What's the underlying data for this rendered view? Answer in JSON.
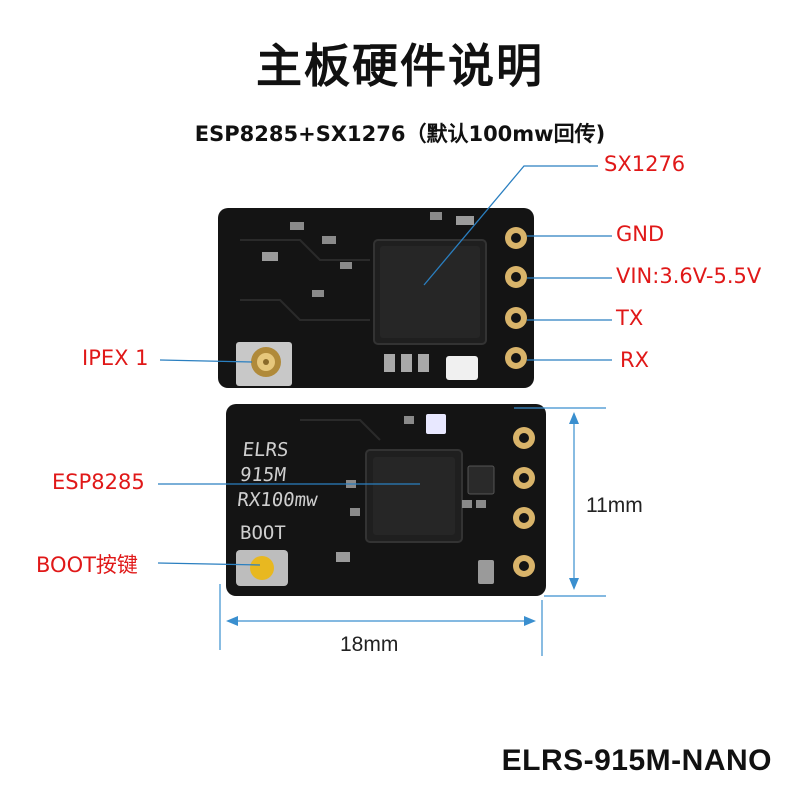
{
  "title": "主板硬件说明",
  "subtitle": "ESP8285+SX1276（默认100mw回传)",
  "model": "ELRS-915M-NANO",
  "colors": {
    "label": "#e01818",
    "leader": "#2a7fc0",
    "pcb": "#141414",
    "pad": "#d9b46a"
  },
  "labels": {
    "sx1276": "SX1276",
    "gnd": "GND",
    "vin": "VIN:3.6V-5.5V",
    "tx": "TX",
    "rx": "RX",
    "ipex": "IPEX 1",
    "esp8285": "ESP8285",
    "boot": "BOOT按键"
  },
  "silkscreen": {
    "line1": "ELRS",
    "line2": "915M",
    "line3": "RX100mw",
    "boot": "BOOT"
  },
  "dimensions": {
    "height": "11mm",
    "width": "18mm"
  }
}
